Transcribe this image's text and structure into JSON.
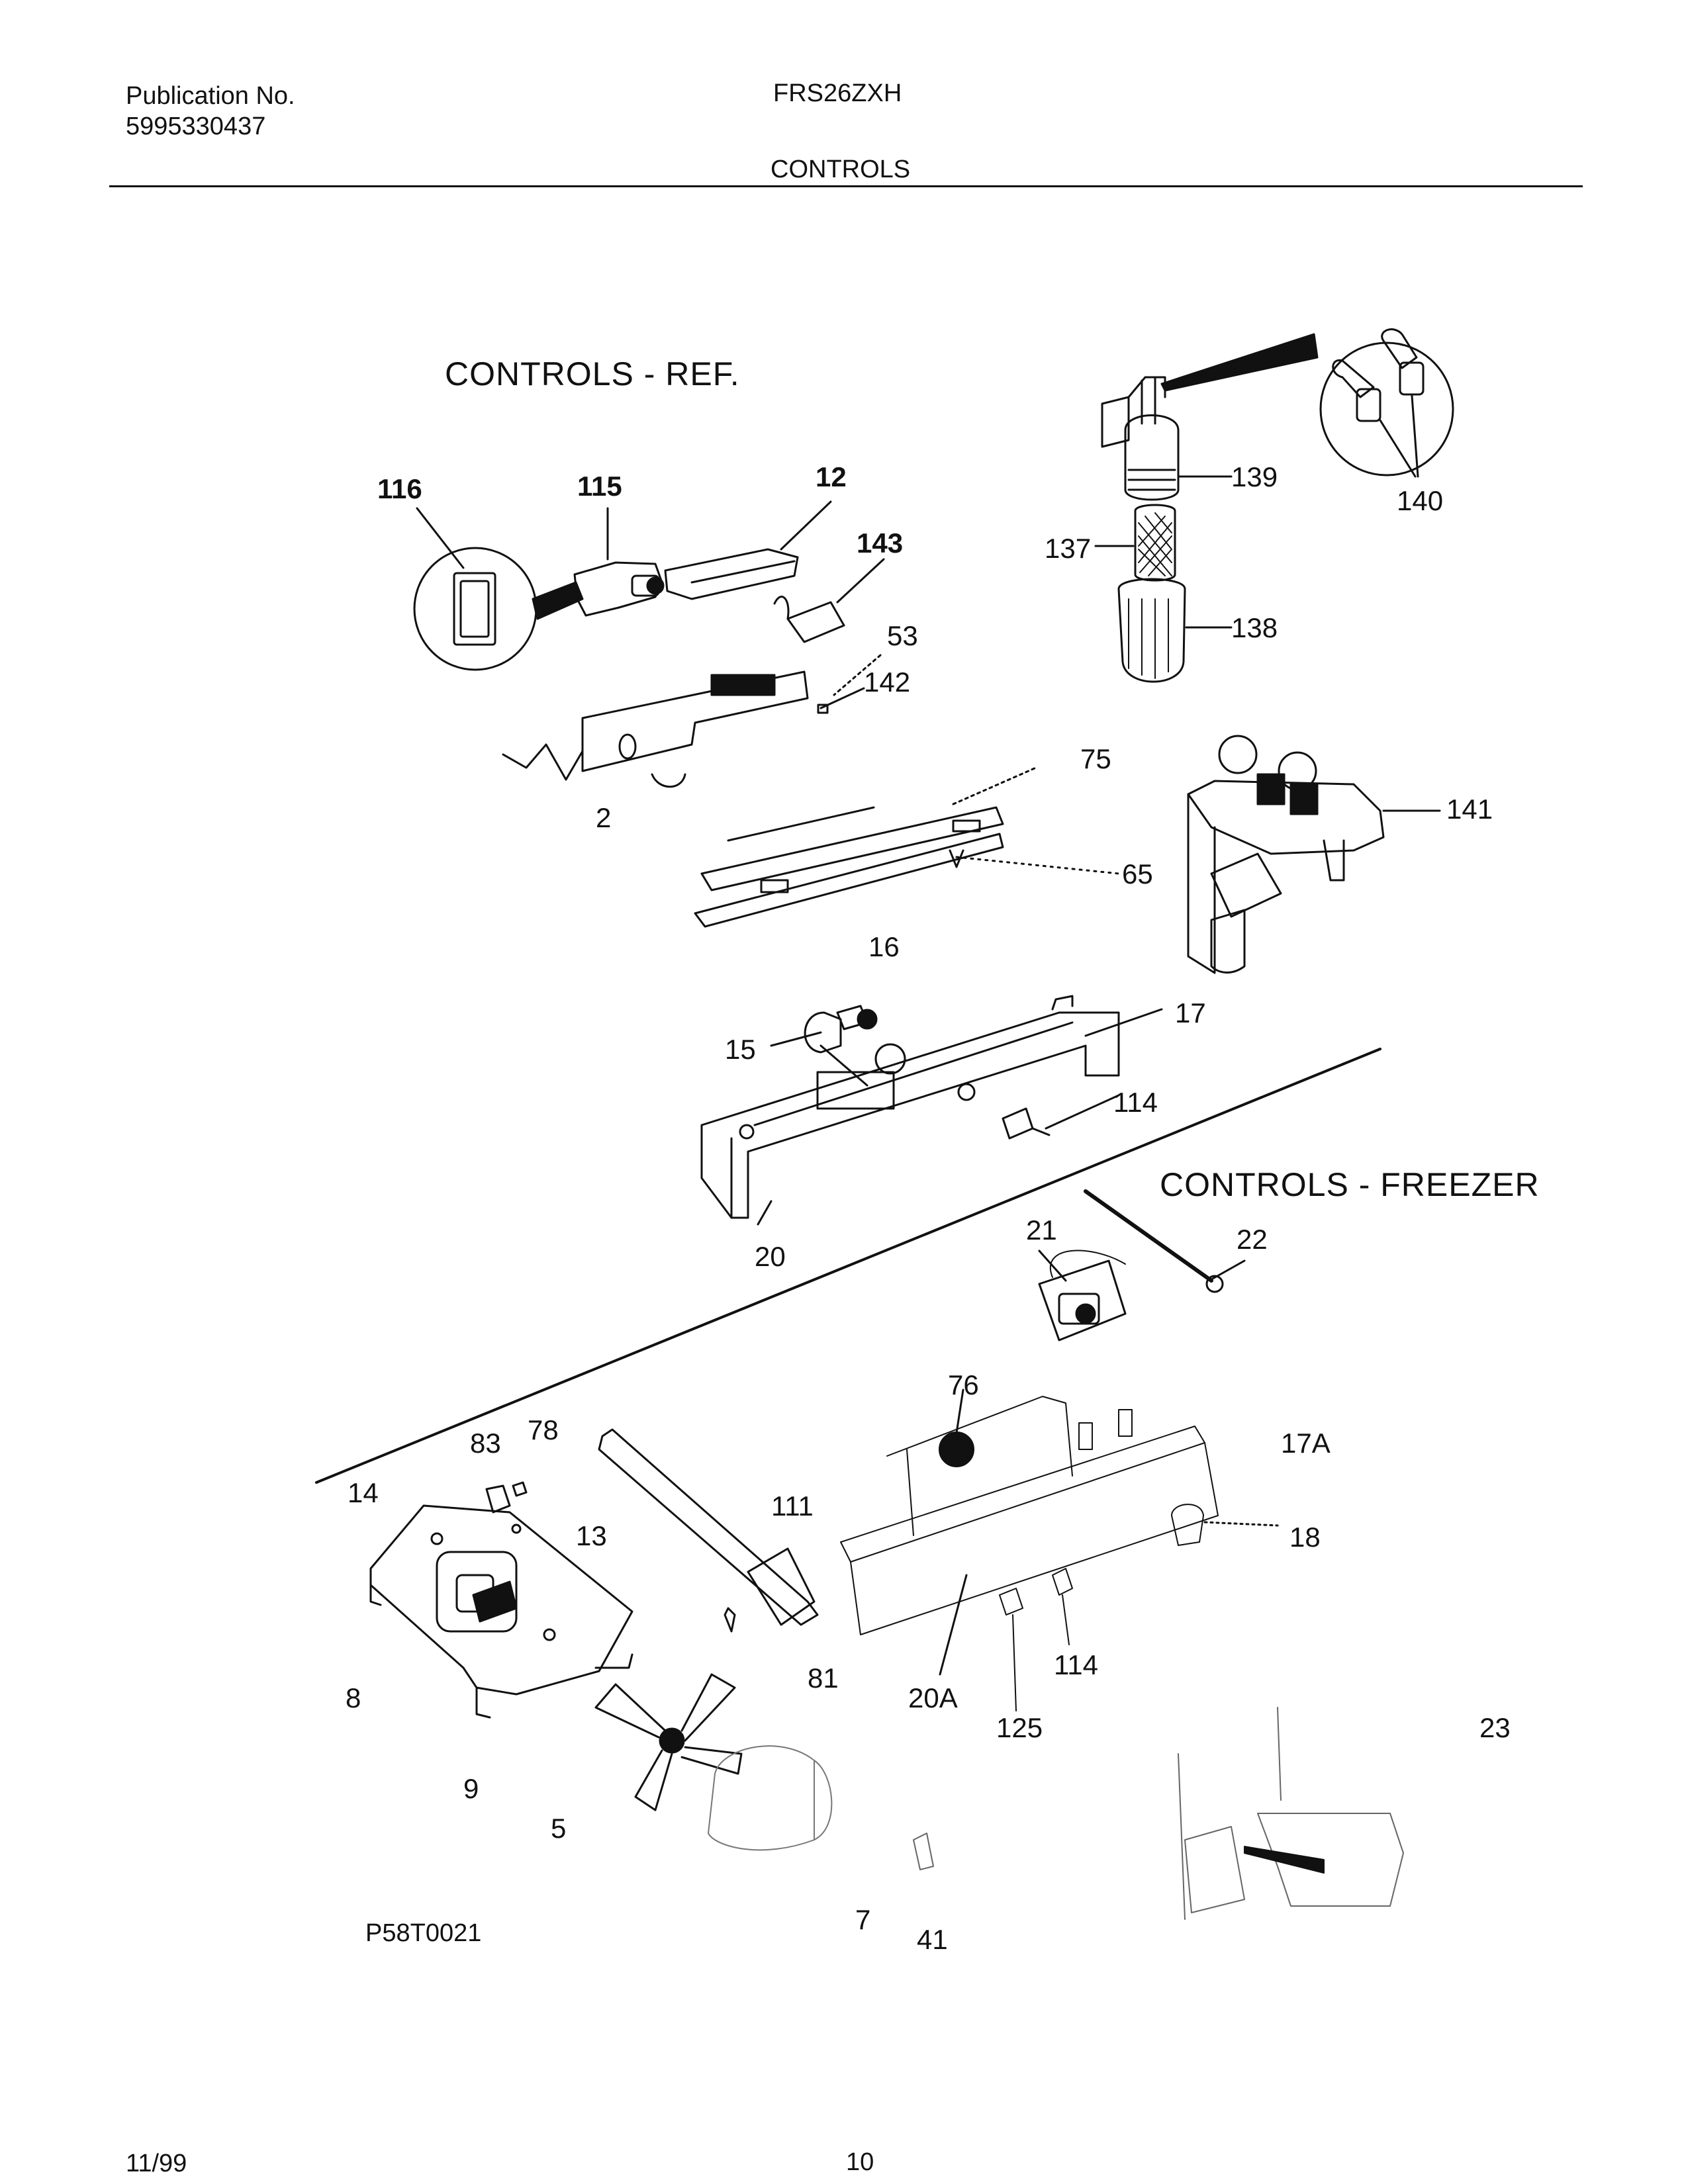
{
  "header": {
    "publication_label": "Publication No.",
    "publication_number": "5995330437",
    "model": "FRS26ZXH",
    "section": "CONTROLS"
  },
  "sections": {
    "ref": "CONTROLS - REF.",
    "freezer": "CONTROLS - FREEZER"
  },
  "labels": {
    "p116": "116",
    "p115": "115",
    "p12": "12",
    "p143": "143",
    "p53": "53",
    "p142": "142",
    "p2": "2",
    "p139": "139",
    "p140": "140",
    "p137": "137",
    "p138": "138",
    "p75": "75",
    "p141": "141",
    "p65": "65",
    "p16": "16",
    "p17": "17",
    "p15": "15",
    "p114a": "114",
    "p20": "20",
    "p21": "21",
    "p22": "22",
    "p76": "76",
    "p17a": "17A",
    "p83": "83",
    "p78": "78",
    "p14": "14",
    "p13": "13",
    "p111": "111",
    "p18": "18",
    "p8": "8",
    "p81": "81",
    "p20a": "20A",
    "p114b": "114",
    "p125": "125",
    "p23": "23",
    "p9": "9",
    "p5": "5",
    "p7": "7",
    "p41": "41"
  },
  "figure_code": "P58T0021",
  "footer": {
    "date": "11/99",
    "page": "10"
  }
}
